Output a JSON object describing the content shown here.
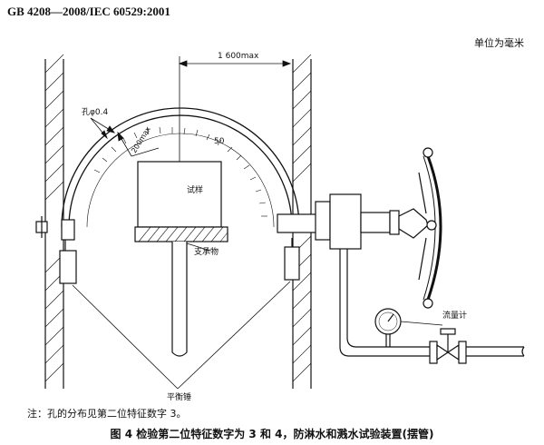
{
  "header": {
    "standard_id": "GB 4208—2008/IEC 60529:2001"
  },
  "unit_note": "单位为毫米",
  "labels": {
    "span_dimension": "1 600max",
    "hole_diameter": "孔φ0.4",
    "radius_dimension": "200max",
    "scale_value": "50",
    "specimen": "试样",
    "support": "支承物",
    "flowmeter": "流量计",
    "counterweight": "平衡锤"
  },
  "footer": {
    "note": "注：孔的分布见第二位特征数字 3。",
    "caption": "图 4   检验第二位特征数字为 3 和 4，防淋水和溅水试验装置(摆管)"
  }
}
